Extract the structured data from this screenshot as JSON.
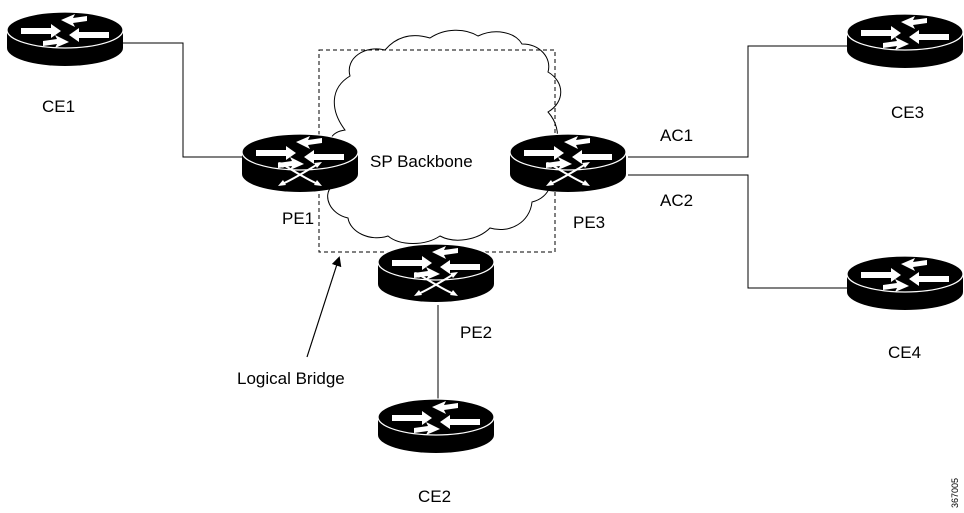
{
  "diagram": {
    "cloud_label": "SP Backbone",
    "arrow_label": "Logical Bridge",
    "figure_id": "367005",
    "nodes": {
      "ce1": "CE1",
      "ce2": "CE2",
      "ce3": "CE3",
      "ce4": "CE4",
      "pe1": "PE1",
      "pe2": "PE2",
      "pe3": "PE3"
    },
    "links": {
      "ac1": "AC1",
      "ac2": "AC2"
    }
  }
}
